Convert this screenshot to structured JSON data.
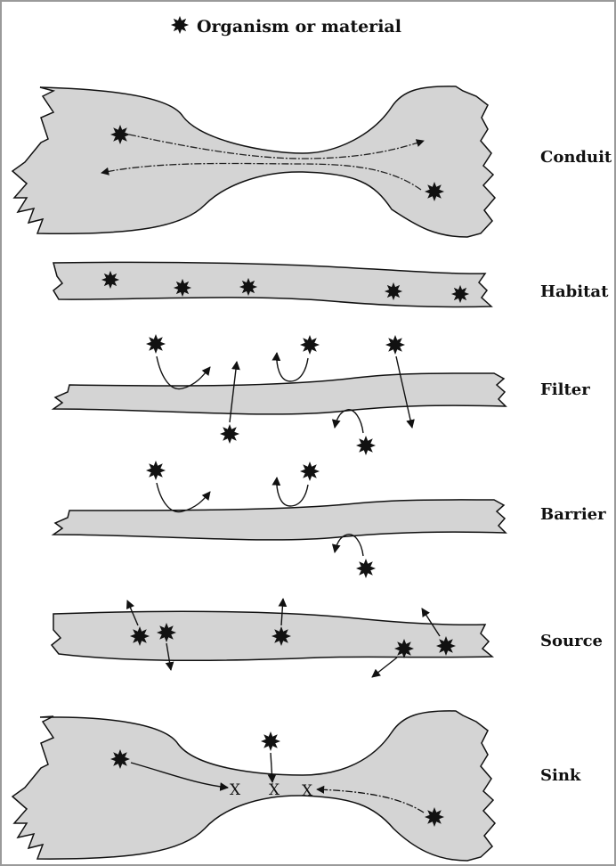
{
  "legend": {
    "icon": "starburst-icon",
    "label": "Organism or material"
  },
  "functions": [
    {
      "key": "conduit",
      "label": "Conduit"
    },
    {
      "key": "habitat",
      "label": "Habitat"
    },
    {
      "key": "filter",
      "label": "Filter"
    },
    {
      "key": "barrier",
      "label": "Barrier"
    },
    {
      "key": "source",
      "label": "Source"
    },
    {
      "key": "sink",
      "label": "Sink"
    }
  ],
  "sink_marker": "X",
  "colors": {
    "corridor_fill": "#d4d4d4",
    "outline": "#111111",
    "frame": "#9a9a9a"
  }
}
